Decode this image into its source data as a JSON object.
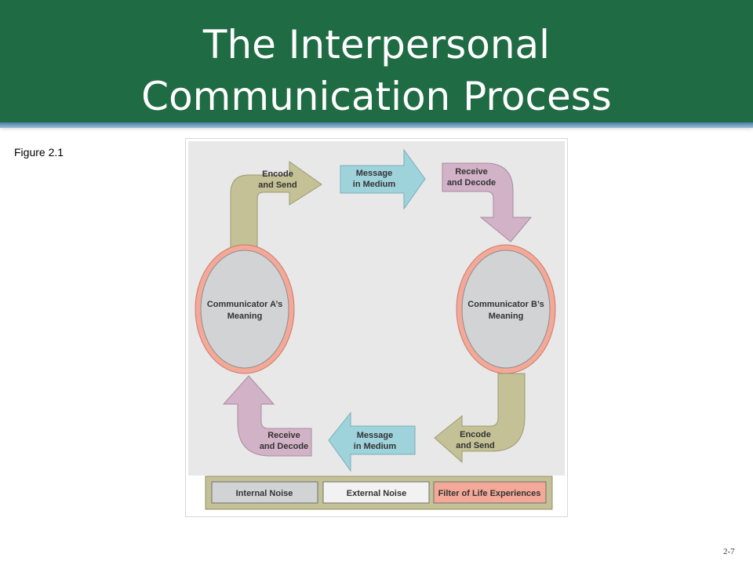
{
  "slide": {
    "title_line1": "The Interpersonal",
    "title_line2": "Communication Process",
    "figure_label": "Figure 2.1",
    "slide_number": "2-7"
  },
  "diagram": {
    "communicator_a": {
      "line1": "Communicator A’s",
      "line2": "Meaning"
    },
    "communicator_b": {
      "line1": "Communicator B’s",
      "line2": "Meaning"
    },
    "encode_send_top": {
      "line1": "Encode",
      "line2": "and Send"
    },
    "message_top": {
      "line1": "Message",
      "line2": "in Medium"
    },
    "receive_decode_top": {
      "line1": "Receive",
      "line2": "and Decode"
    },
    "encode_send_bottom": {
      "line1": "Encode",
      "line2": "and Send"
    },
    "message_bottom": {
      "line1": "Message",
      "line2": "in Medium"
    },
    "receive_decode_bottom": {
      "line1": "Receive",
      "line2": "and Decode"
    },
    "legend": {
      "internal_noise": "Internal Noise",
      "external_noise": "External Noise",
      "filter": "Filter of Life Experiences"
    },
    "colors": {
      "encode": "#c4c196",
      "message": "#9fd3dc",
      "receive": "#d2b2c6",
      "oval_fill": "#d1d3d5",
      "oval_ring": "#f3a898",
      "panel": "#e8e8e8"
    }
  }
}
